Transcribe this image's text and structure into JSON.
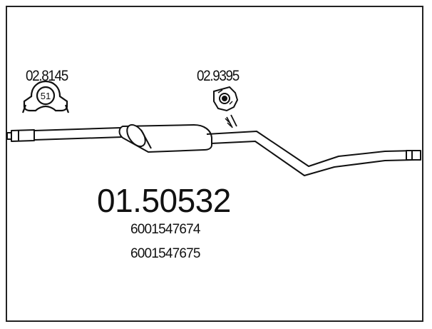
{
  "accessories": [
    {
      "ref": "02.8145",
      "type": "clamp",
      "icon": "clamp-icon",
      "badge": "51"
    },
    {
      "ref": "02.9395",
      "type": "rubber-hanger",
      "icon": "rubber-hanger-icon"
    }
  ],
  "part": {
    "number": "01.50532",
    "oe_numbers": [
      "6001547674",
      "6001547675"
    ],
    "icon": "exhaust-middle-silencer-pipe-icon"
  }
}
